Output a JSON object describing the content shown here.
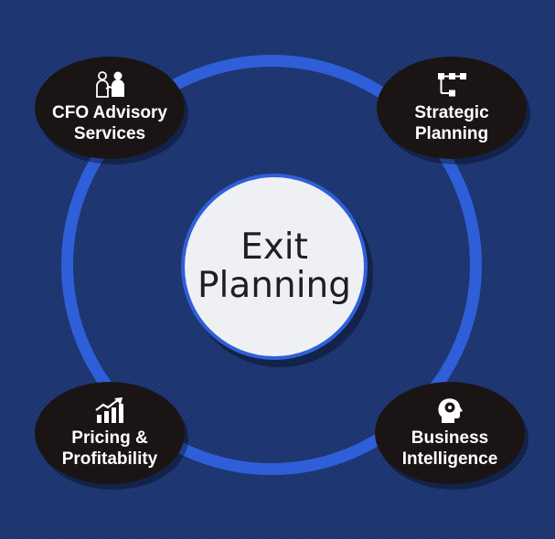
{
  "center": {
    "label": "Exit\nPlanning"
  },
  "nodes": {
    "cfo": {
      "label": "CFO Advisory\nServices",
      "icon": "handshake-icon"
    },
    "strategic": {
      "label": "Strategic\nPlanning",
      "icon": "workflow-icon"
    },
    "pricing": {
      "label": "Pricing &\nProfitability",
      "icon": "growth-chart-icon"
    },
    "bi": {
      "label": "Business\nIntelligence",
      "icon": "brain-head-icon"
    }
  },
  "colors": {
    "background": "#1c3470",
    "ring": "#2f5fd8",
    "node": "#1a1514",
    "center": "#eef0f4"
  }
}
